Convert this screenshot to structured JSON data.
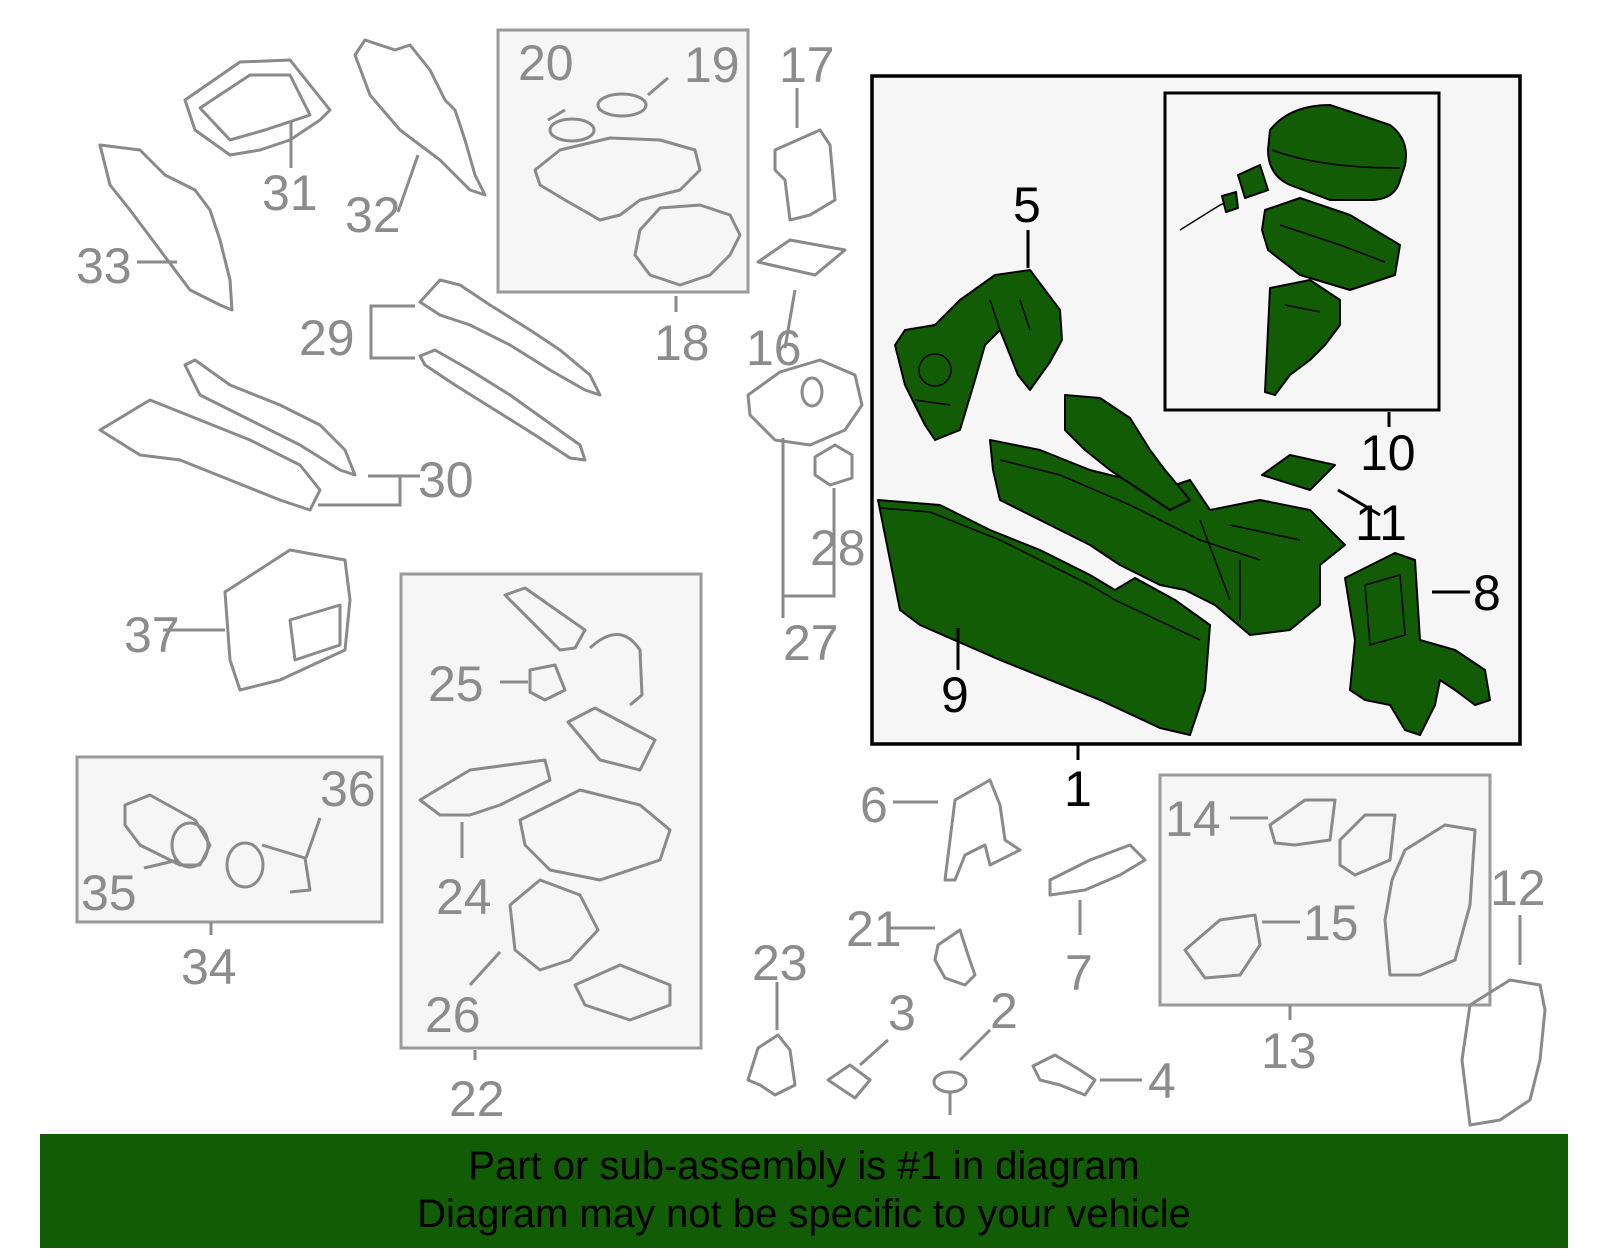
{
  "callouts": {
    "c1": "1",
    "c2": "2",
    "c3": "3",
    "c4": "4",
    "c5": "5",
    "c6": "6",
    "c7": "7",
    "c8": "8",
    "c9": "9",
    "c10": "10",
    "c11": "11",
    "c12": "12",
    "c13": "13",
    "c14": "14",
    "c15": "15",
    "c16": "16",
    "c17": "17",
    "c18": "18",
    "c19": "19",
    "c20": "20",
    "c21": "21",
    "c22": "22",
    "c23": "23",
    "c24": "24",
    "c25": "25",
    "c26": "26",
    "c27": "27",
    "c28": "28",
    "c29": "29",
    "c30": "30",
    "c31": "31",
    "c32": "32",
    "c33": "33",
    "c34": "34",
    "c35": "35",
    "c36": "36",
    "c37": "37"
  },
  "banner": {
    "line1": "Part or sub-assembly is #1 in diagram",
    "line2": "Diagram may not be specific to your vehicle"
  },
  "colors": {
    "highlight": "#125c06",
    "outline": "#8a8a8a",
    "background": "#ffffff"
  }
}
